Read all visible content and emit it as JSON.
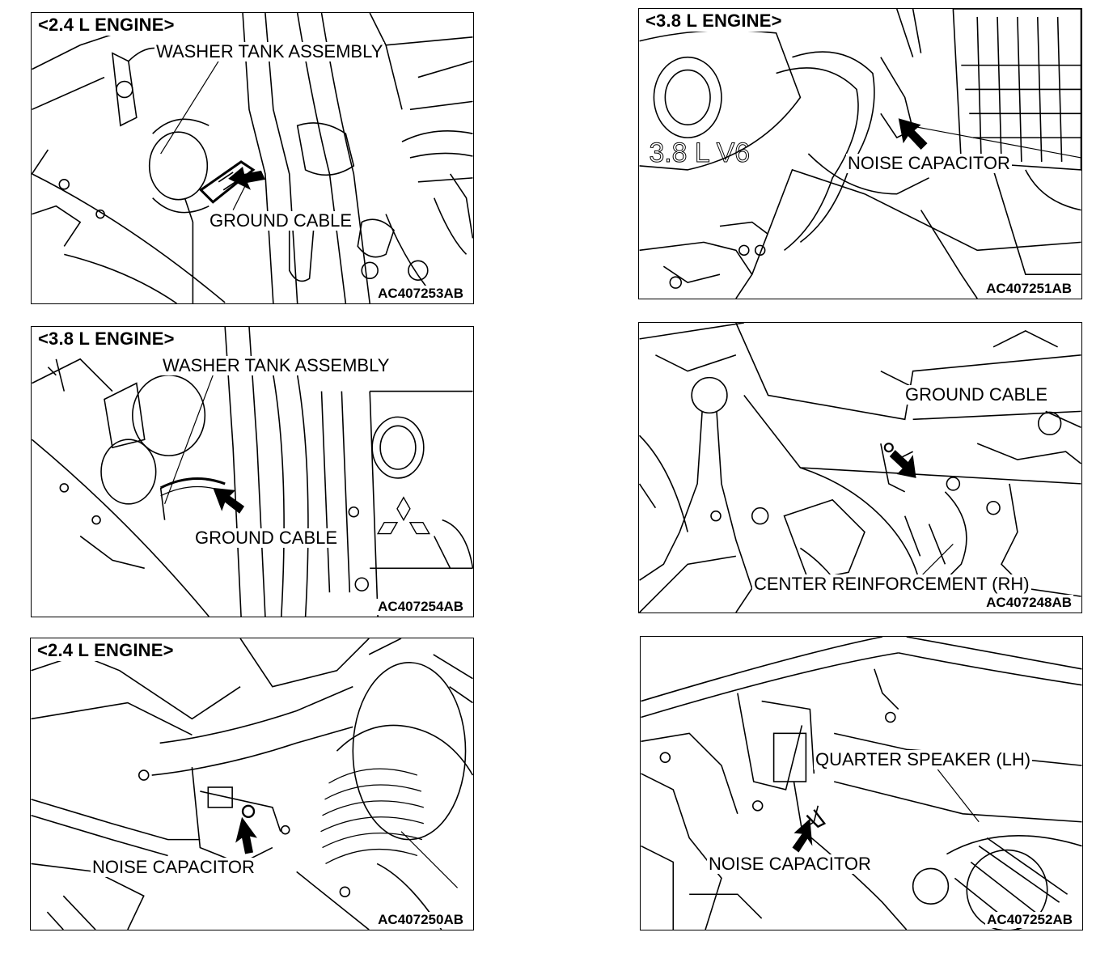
{
  "panels": [
    {
      "engine": "<2.4 L ENGINE>",
      "labels": [
        "WASHER TANK ASSEMBLY",
        "GROUND CABLE"
      ],
      "code": "AC407253AB"
    },
    {
      "engine": "<3.8 L ENGINE>",
      "labels": [
        "NOISE CAPACITOR"
      ],
      "code": "AC407251AB"
    },
    {
      "engine": "<3.8 L ENGINE>",
      "labels": [
        "WASHER TANK ASSEMBLY",
        "GROUND CABLE"
      ],
      "code": "AC407254AB"
    },
    {
      "engine": "",
      "labels": [
        "GROUND CABLE",
        "CENTER REINFORCEMENT (RH)"
      ],
      "code": "AC407248AB"
    },
    {
      "engine": "<2.4 L ENGINE>",
      "labels": [
        "NOISE CAPACITOR"
      ],
      "code": "AC407250AB"
    },
    {
      "engine": "",
      "labels": [
        "QUARTER SPEAKER (LH)",
        "NOISE CAPACITOR"
      ],
      "code": "AC407252AB"
    }
  ],
  "engraved_text": "3.8 L V6"
}
